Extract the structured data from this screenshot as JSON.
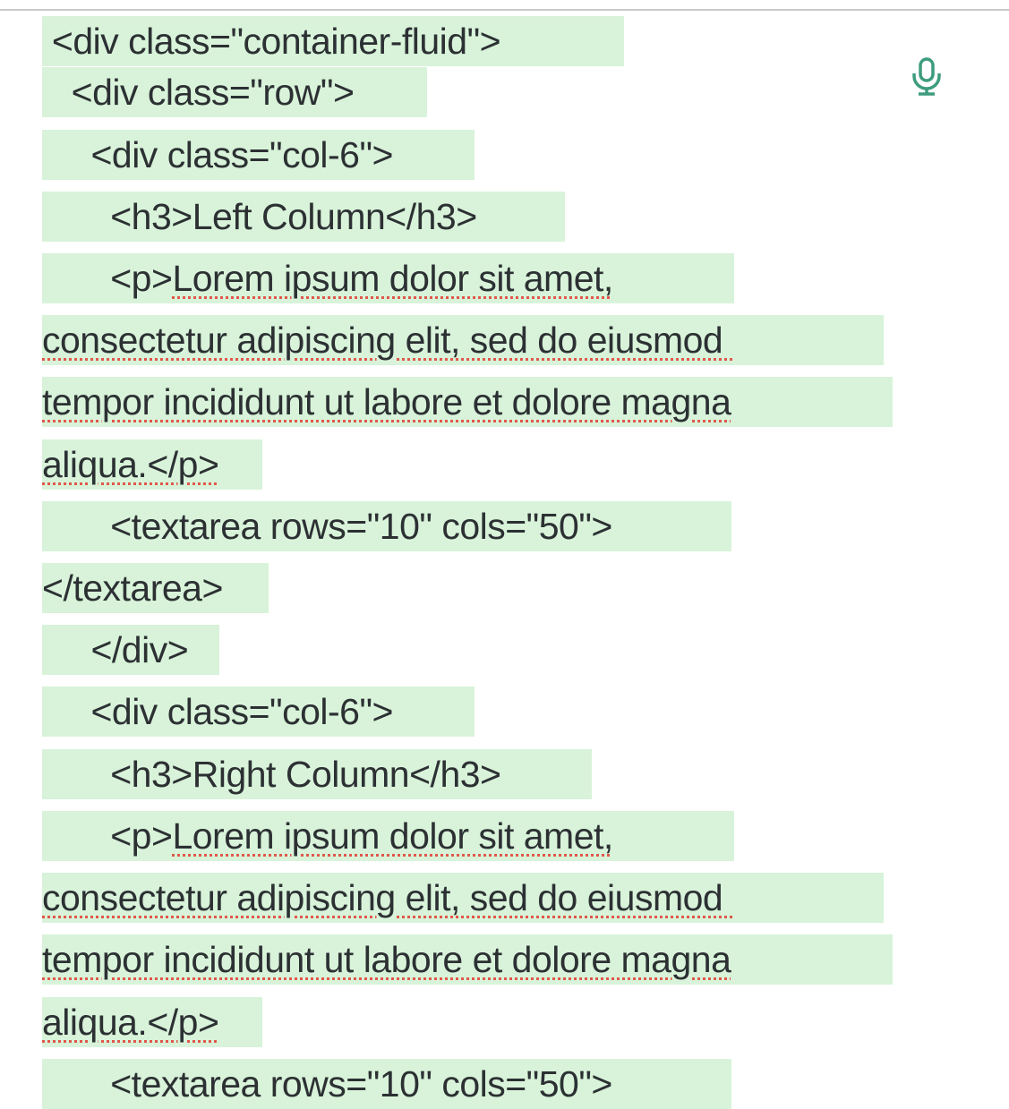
{
  "editor": {
    "lines": [
      {
        "pre": " <div class=\"container-fluid\">",
        "words": []
      },
      {
        "pre": "   <div class=\"row\">",
        "words": []
      },
      {
        "pre": "     <div class=\"col-6\">",
        "words": []
      },
      {
        "pre": "       <h3>Left Column</h3>",
        "words": []
      },
      {
        "pre": "       <p>",
        "text": "Lorem ipsum dolor sit amet,"
      },
      {
        "pre": "",
        "text": "consectetur adipiscing elit, sed do eiusmod "
      },
      {
        "pre": "",
        "text": "tempor incididunt ut labore et dolore magna"
      },
      {
        "pre": "",
        "text": "aliqua.</p>"
      },
      {
        "pre": "       <textarea rows=\"10\" cols=\"50\">",
        "words": []
      },
      {
        "pre": "</textarea>",
        "words": []
      },
      {
        "pre": "     </div>",
        "words": []
      },
      {
        "pre": "     <div class=\"col-6\">",
        "words": []
      },
      {
        "pre": "       <h3>Right Column</h3>",
        "words": []
      },
      {
        "pre": "       <p>",
        "text": "Lorem ipsum dolor sit amet,"
      },
      {
        "pre": "",
        "text": "consectetur adipiscing elit, sed do eiusmod "
      },
      {
        "pre": "",
        "text": "tempor incididunt ut labore et dolore magna"
      },
      {
        "pre": "",
        "text": "aliqua.</p>"
      },
      {
        "pre": "       <textarea rows=\"10\" cols=\"50\">",
        "words": []
      }
    ]
  },
  "icons": {
    "microphone": "microphone-icon"
  },
  "colors": {
    "highlight": "#d8f3d9",
    "text": "#2c3033",
    "spellcheck": "#e0584a",
    "mic": "#3e9c7e"
  }
}
